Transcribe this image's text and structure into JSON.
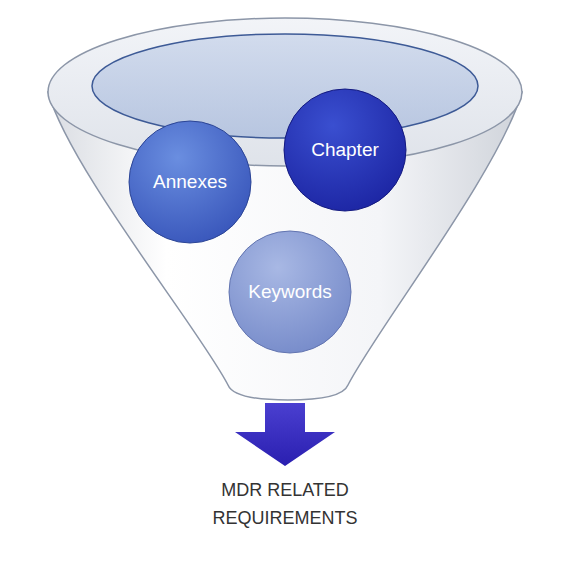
{
  "diagram": {
    "nodes": [
      {
        "text": [
          "Annexes"
        ]
      },
      {
        "text": [
          "Chapter"
        ]
      },
      {
        "text": [
          "Keywords"
        ]
      }
    ],
    "labels": [
      "MDR RELATED REQUIREMENTS"
    ]
  }
}
